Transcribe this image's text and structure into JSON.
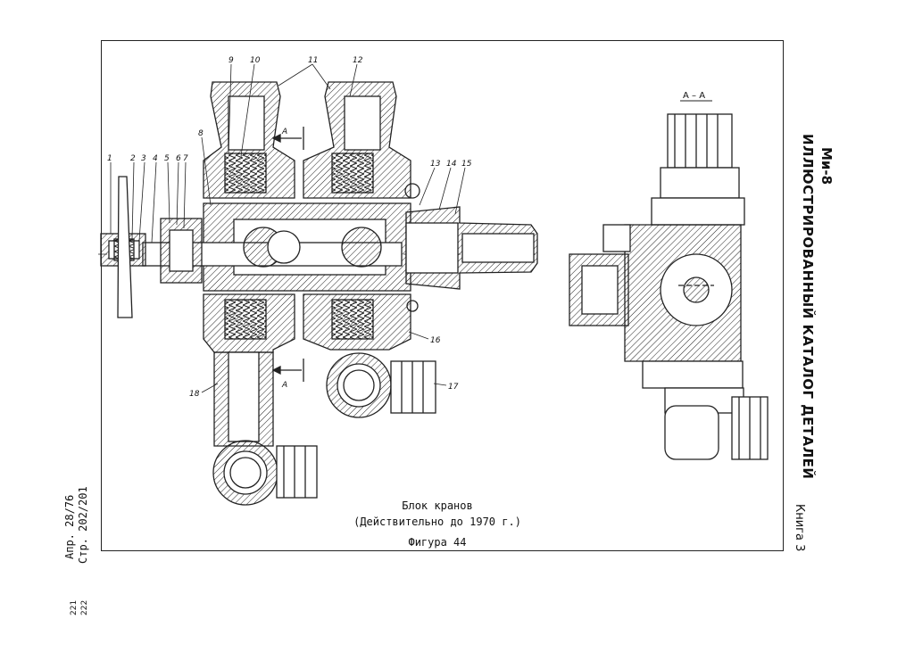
{
  "header": {
    "model": "Ми-8",
    "catalog_title": "ИЛЛЮСТРИРОВАННЫЙ КАТАЛОГ ДЕТАЛЕЙ",
    "book": "Книга 3"
  },
  "figure": {
    "title": "Блок кранов",
    "validity": "(Действительно до 1970 г.)",
    "number": "Фигура 44",
    "section_label": "А – А",
    "cut_mark": "А"
  },
  "margin_notes": {
    "page": "Стр. 202/201",
    "apr": "Апр. 28/76",
    "page_code_top": "222",
    "page_code_bottom": "221"
  },
  "callouts": [
    "1",
    "2",
    "3",
    "4",
    "5",
    "6",
    "7",
    "8",
    "9",
    "10",
    "11",
    "12",
    "13",
    "14",
    "15",
    "16",
    "17",
    "18"
  ]
}
